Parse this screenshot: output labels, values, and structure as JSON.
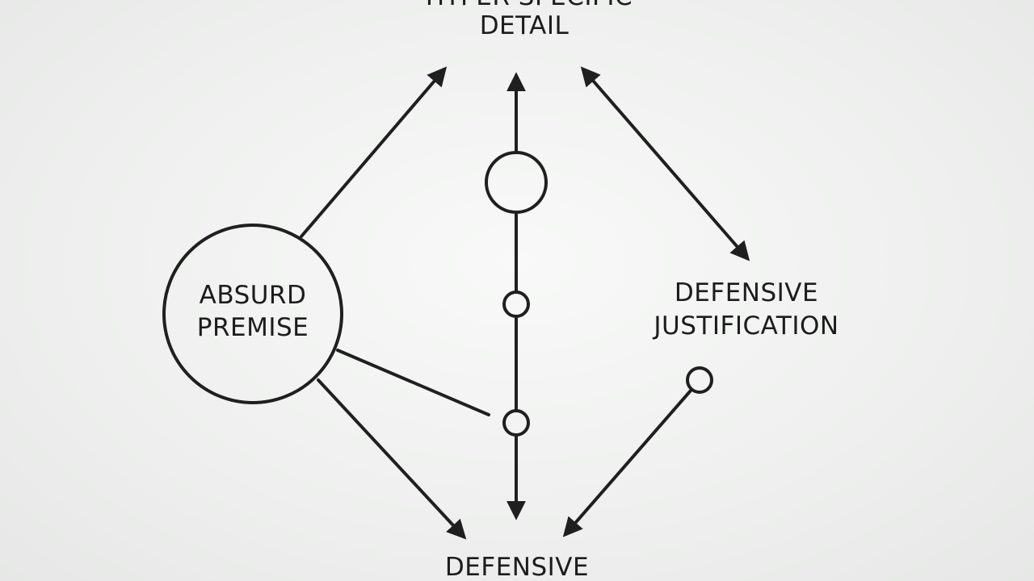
{
  "labels": {
    "top_partial": "HYPER-SPECIFIC",
    "top": "DETAIL",
    "left_line1": "ABSURD",
    "left_line2": "PREMISE",
    "right_line1": "DEFENSIVE",
    "right_line2": "JUSTIFICATION",
    "bottom": "DEFENSIVE"
  },
  "colors": {
    "background": "#efefef",
    "ink": "#1f1f1f"
  }
}
